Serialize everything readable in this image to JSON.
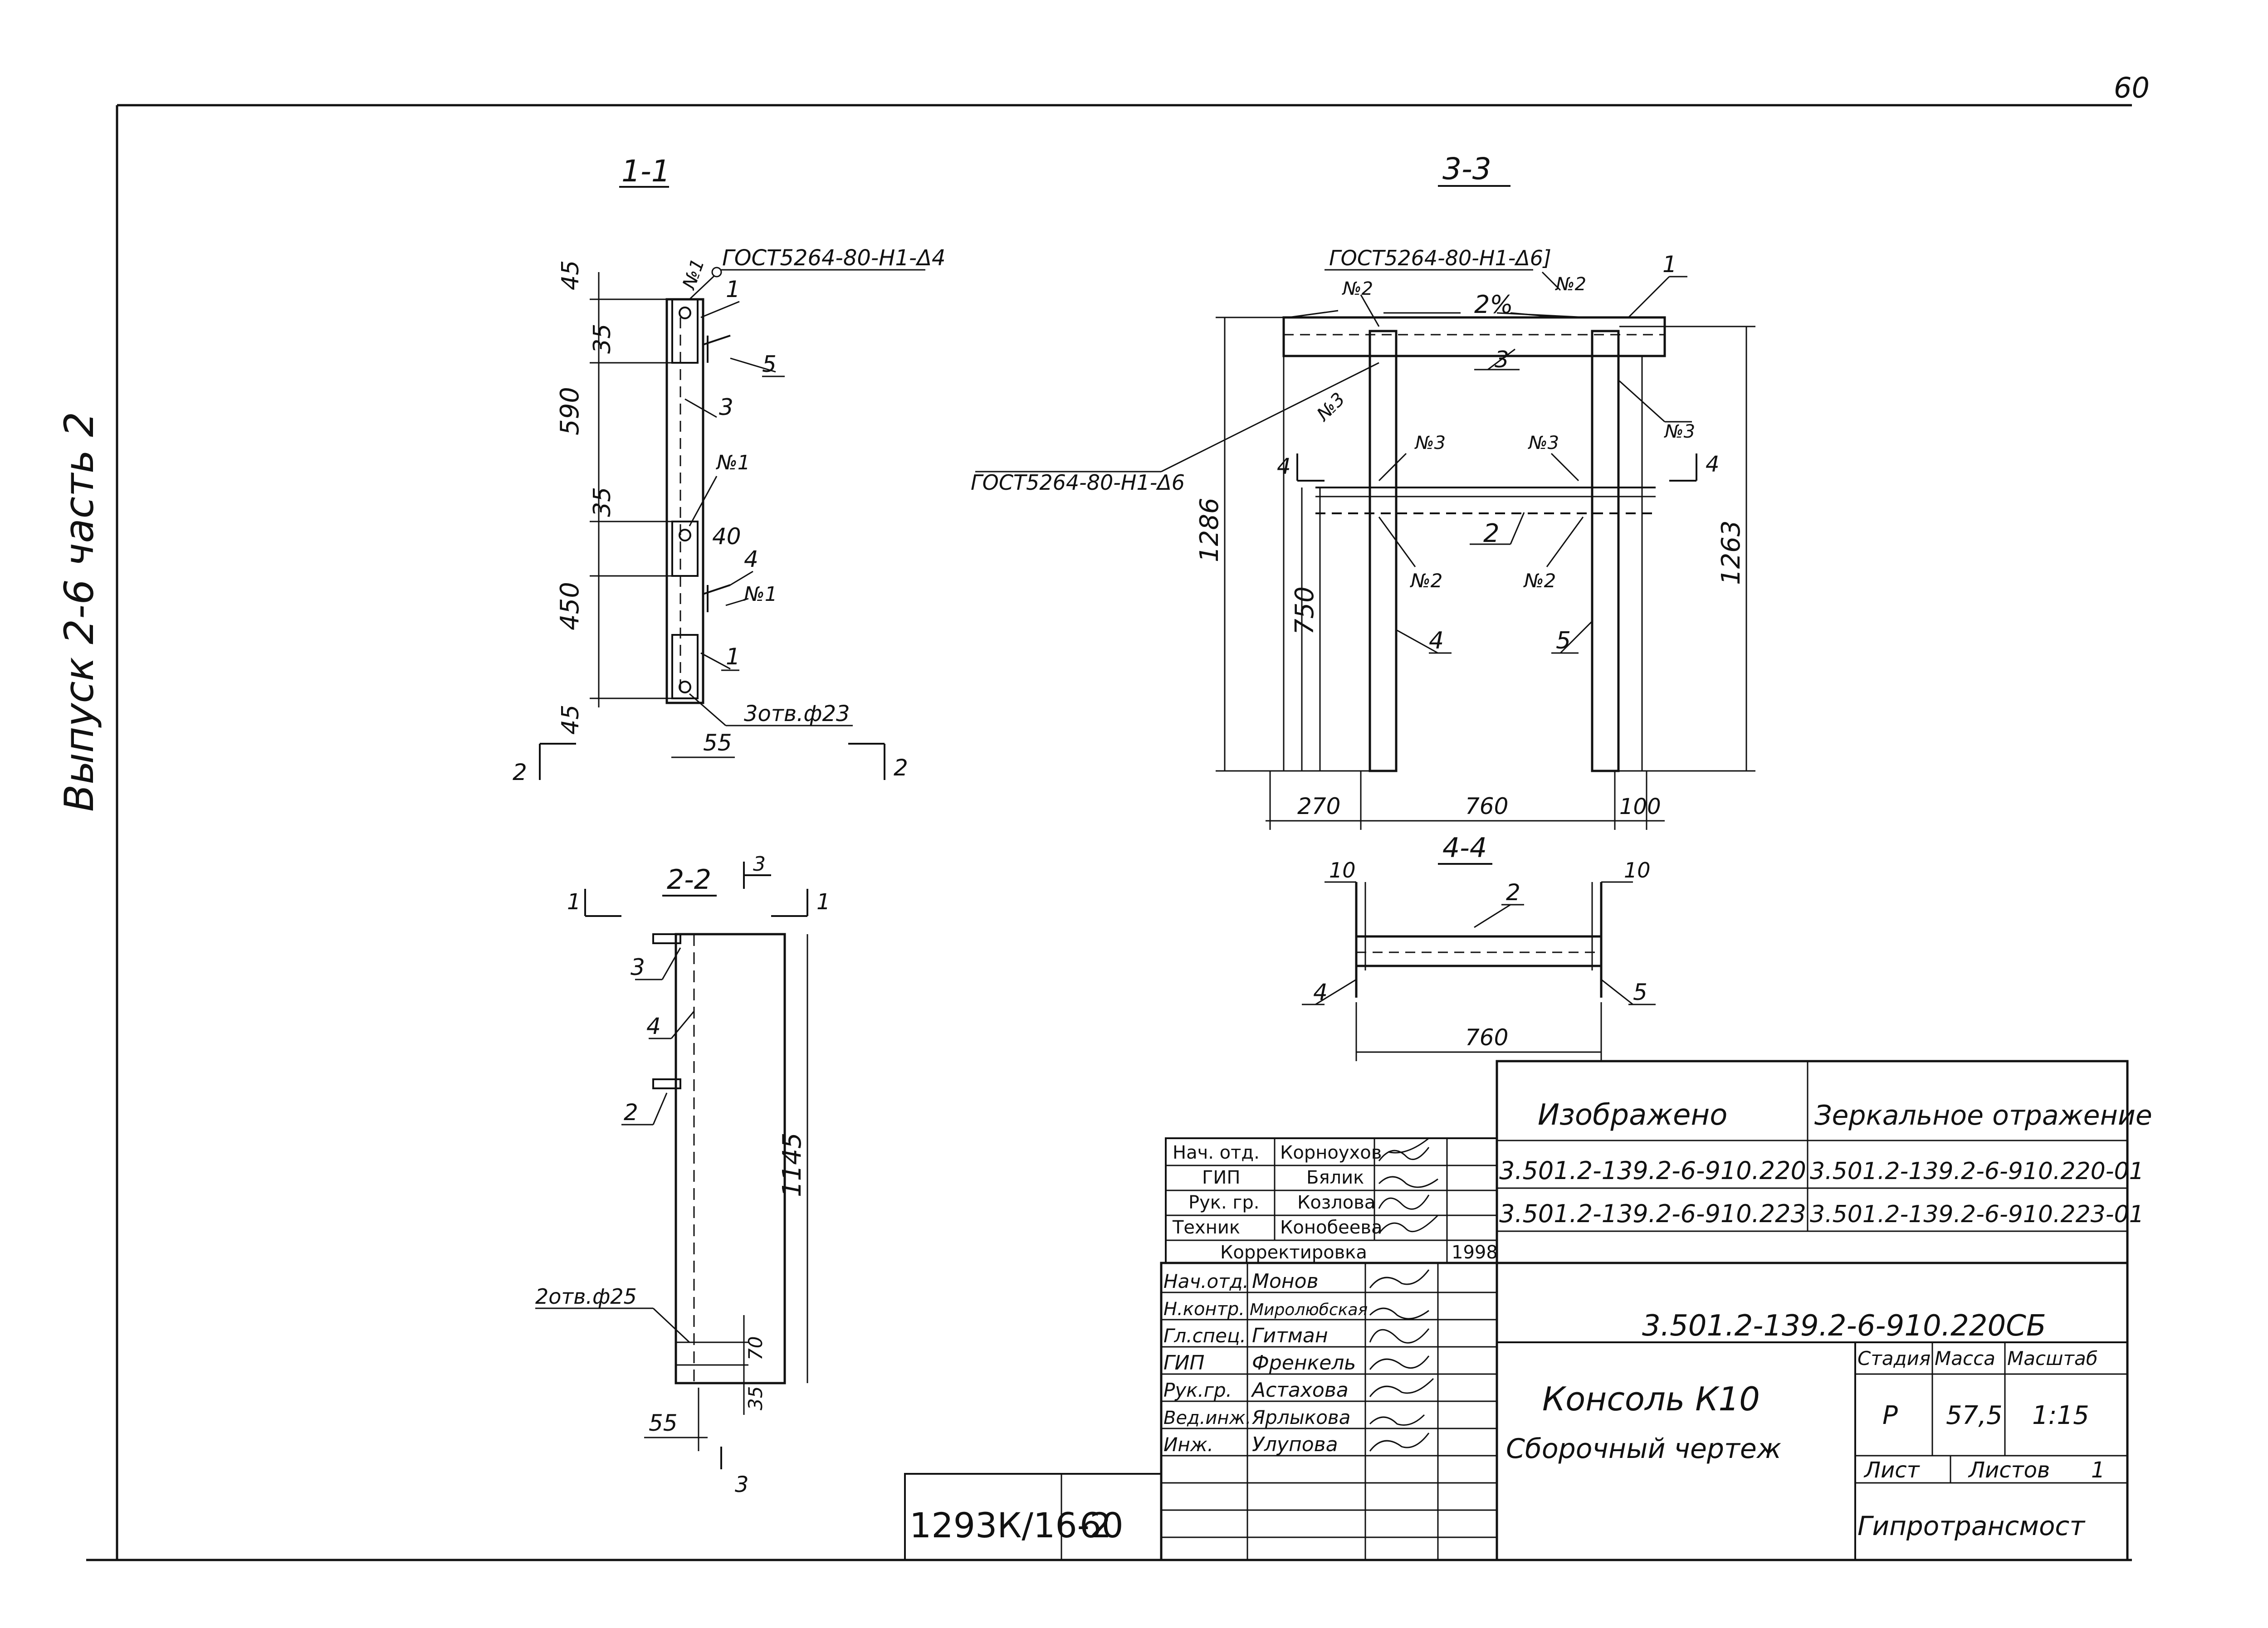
{
  "page_number": "60",
  "series_note": "Выпуск 2-6 часть 2",
  "views": {
    "section_1": {
      "title": "1-1",
      "weld_note": "ГОСТ5264-80-Н1-Δ4",
      "dims": [
        "45",
        "35",
        "590",
        "35",
        "40",
        "450",
        "45",
        "55"
      ],
      "callouts": [
        "1",
        "5",
        "3",
        "4",
        "1"
      ],
      "node_marks": [
        "№1",
        "№1",
        "№1"
      ],
      "holes": "3отв.ф23",
      "section_marks": [
        "2",
        "2"
      ]
    },
    "section_3": {
      "title": "3-3",
      "weld_top": "ГОСТ5264-80-Н1-Δ6]",
      "weld_left": "ГОСТ5264-80-Н1-Δ6",
      "slope": "2%",
      "dims": [
        "1286",
        "750",
        "1263",
        "270",
        "760",
        "100"
      ],
      "callouts": [
        "1",
        "3",
        "2",
        "4",
        "5"
      ],
      "node_marks": [
        "№2",
        "№2",
        "№3",
        "№3",
        "№3",
        "№3",
        "№2",
        "№2"
      ],
      "section_marks": [
        "4",
        "4"
      ]
    },
    "section_2": {
      "title": "2-2",
      "dims": [
        "1145",
        "70",
        "35",
        "55"
      ],
      "callouts": [
        "3",
        "4",
        "2"
      ],
      "holes": "2отв.ф25",
      "section_marks": [
        "1",
        "1",
        "3",
        "3"
      ]
    },
    "section_4": {
      "title": "4-4",
      "dims": [
        "10",
        "10",
        "760"
      ],
      "callouts": [
        "2",
        "4",
        "5"
      ]
    }
  },
  "approval_upper": {
    "rows": [
      {
        "role": "Нач. отд.",
        "name": "Корноухов"
      },
      {
        "role": "ГИП",
        "name": "Бялик"
      },
      {
        "role": "Рук. гр.",
        "name": "Козлова"
      },
      {
        "role": "Техник",
        "name": "Конобеева"
      }
    ],
    "correction_label": "Корректировка",
    "correction_year": "1998"
  },
  "variants": {
    "col_shown": "Изображено",
    "col_mirror": "Зеркальное отражение",
    "rows": [
      {
        "shown": "3.501.2-139.2-6-910.220",
        "mirror": "3.501.2-139.2-6-910.220-01"
      },
      {
        "shown": "3.501.2-139.2-6-910.223",
        "mirror": "3.501.2-139.2-6-910.223-01"
      }
    ]
  },
  "title_block": {
    "document_code": "3.501.2-139.2-6-910.220СБ",
    "staff": [
      {
        "role": "Нач.отд.",
        "name": "Монов"
      },
      {
        "role": "Н.контр.",
        "name": "Миролюбская"
      },
      {
        "role": "Гл.спец.",
        "name": "Гитман"
      },
      {
        "role": "ГИП",
        "name": "Френкель"
      },
      {
        "role": "Рук.гр.",
        "name": "Астахова"
      },
      {
        "role": "Вед.инж.",
        "name": "Ярлыкова"
      },
      {
        "role": "Инж.",
        "name": "Улупова"
      }
    ],
    "product_name": "Консоль К10",
    "drawing_type": "Сборочный чертеж",
    "stage_label": "Стадия",
    "mass_label": "Масса",
    "scale_label": "Масштаб",
    "stage": "Р",
    "mass": "57,5",
    "scale": "1:15",
    "sheet_label": "Лист",
    "sheets_label": "Листов",
    "sheets_count": "1",
    "organization": "Гипротрансмост",
    "archive_number": "1293К/16-2",
    "archive_sheet": "60"
  }
}
